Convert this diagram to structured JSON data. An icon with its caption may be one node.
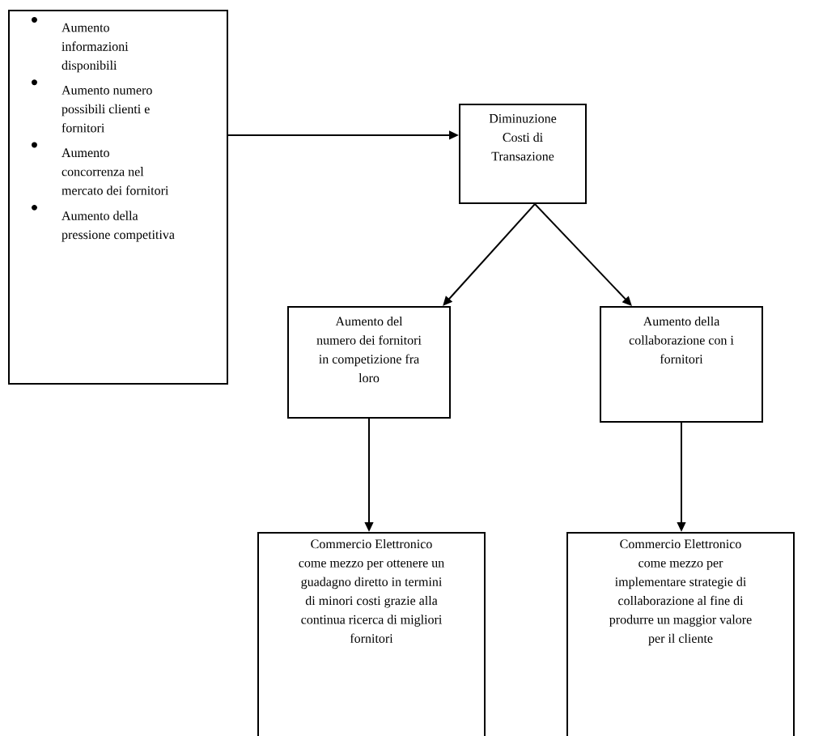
{
  "diagram": {
    "nodes": [
      {
        "text": [
          "Aumento informazioni disponibili",
          "Aumento numero possibili clienti e fornitori",
          "Aumento concorrenza nel mercato dei fornitori",
          "Aumento della pressione competitiva"
        ]
      },
      {
        "text": [
          "Diminuzione Costi di Transazione"
        ]
      },
      {
        "text": [
          "Aumento del numero dei fornitori in competizione fra loro"
        ]
      },
      {
        "text": [
          "Aumento della collaborazione con i fornitori"
        ]
      },
      {
        "text": [
          "Commercio Elettronico come mezzo per ottenere un guadagno diretto in termini di minori costi grazie alla continua ricerca di migliori fornitori"
        ]
      },
      {
        "text": [
          "Commercio Elettronico come mezzo per implementare strategie di collaborazione al fine di produrre un maggior valore per il cliente"
        ]
      }
    ],
    "edges": [
      {
        "from": 0,
        "to": 1,
        "arrow": "to"
      },
      {
        "from": 1,
        "to": 2,
        "arrow": "to"
      },
      {
        "from": 1,
        "to": 3,
        "arrow": "to"
      },
      {
        "from": 2,
        "to": 4,
        "arrow": "to"
      },
      {
        "from": 3,
        "to": 5,
        "arrow": "to"
      }
    ]
  }
}
